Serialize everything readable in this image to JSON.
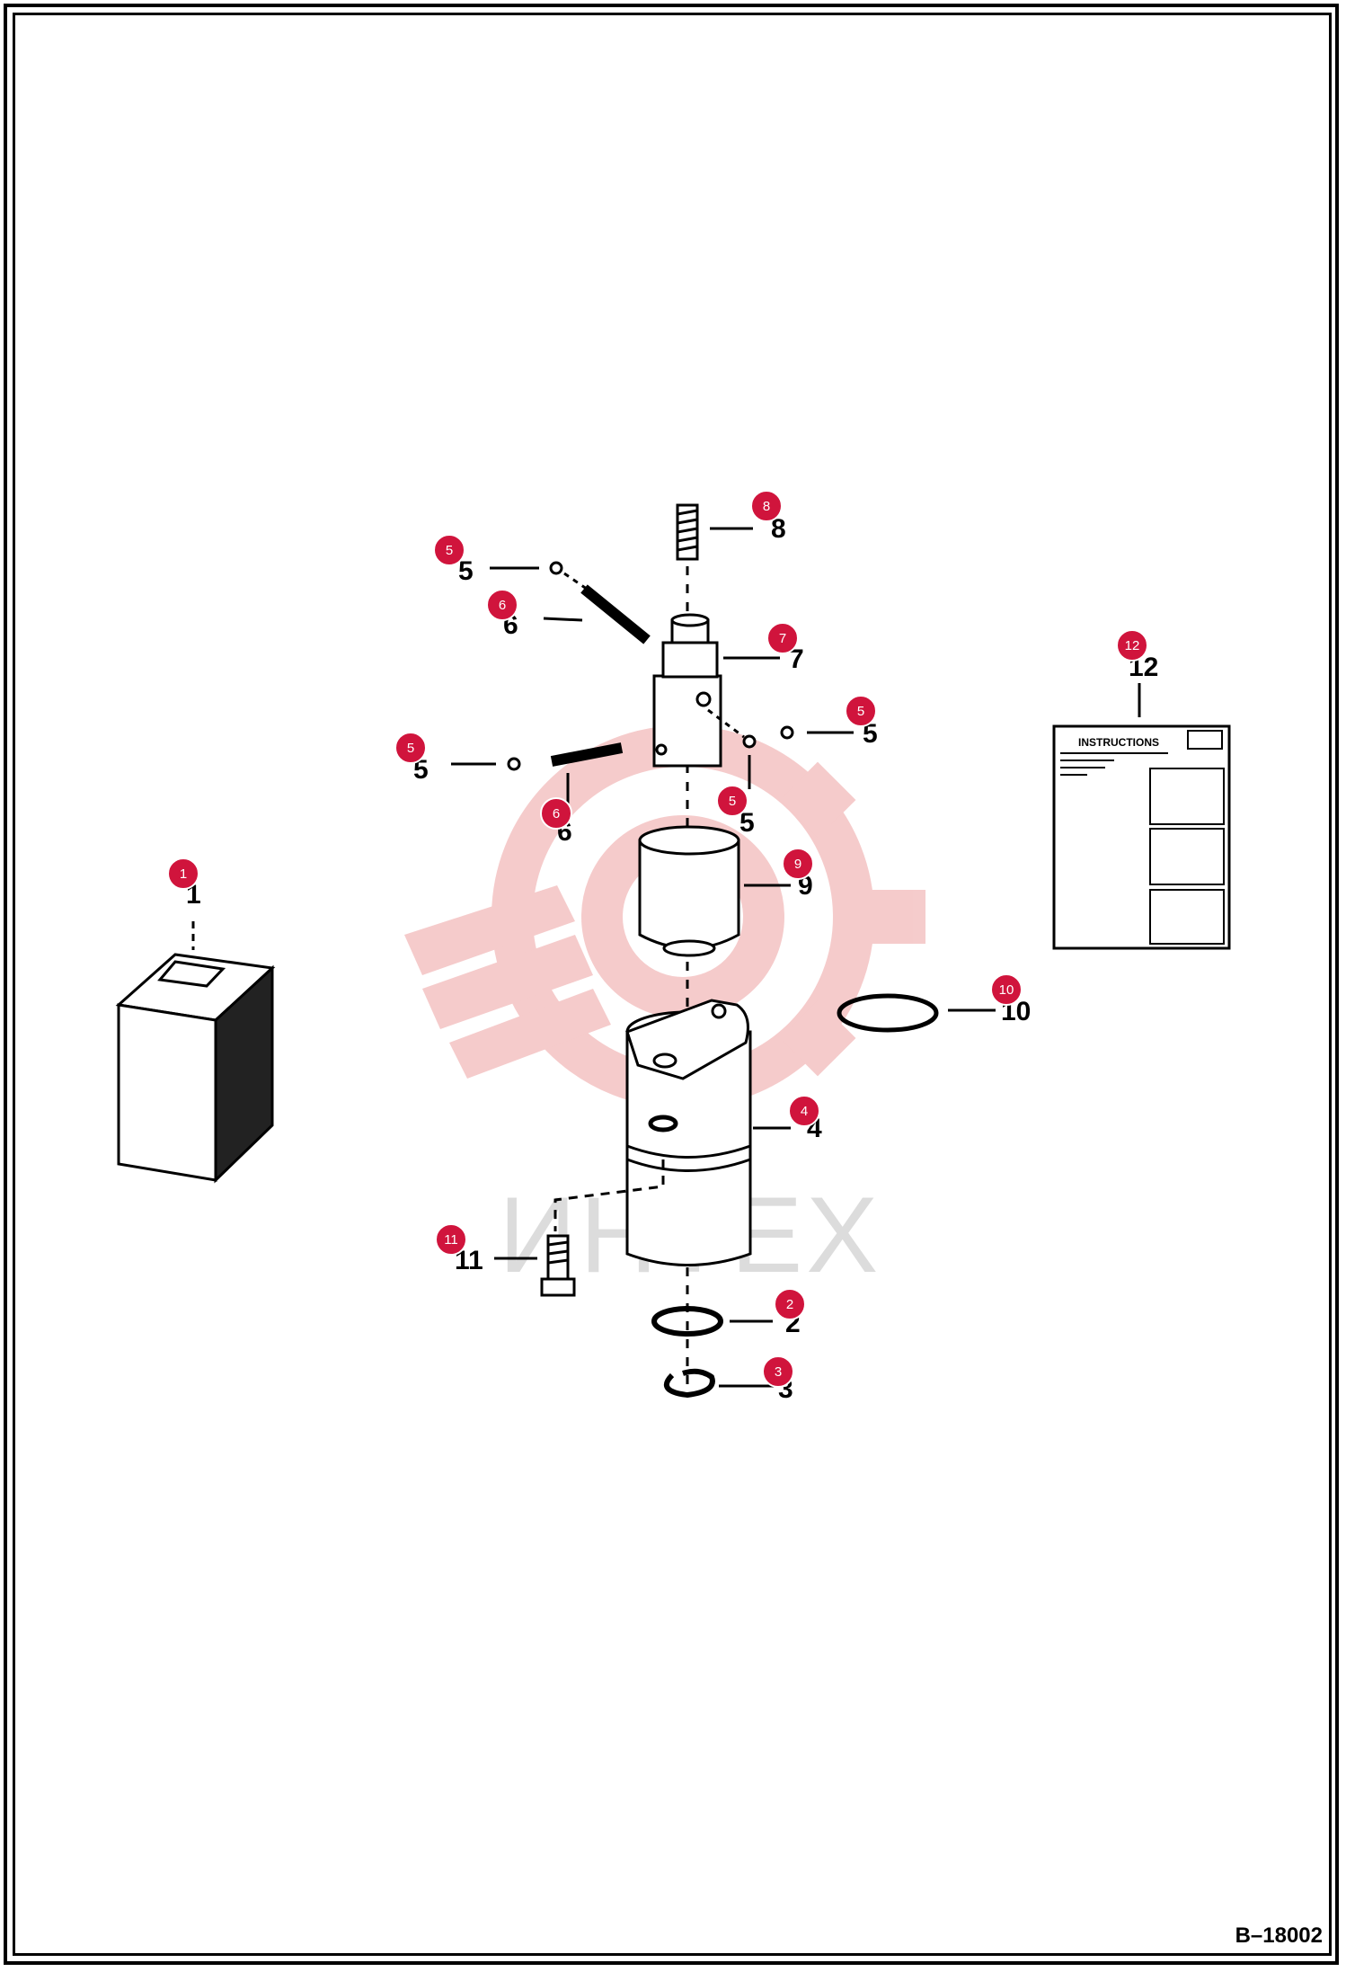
{
  "drawing_code": "B–18002",
  "watermark": {
    "text": "ИНТЕХ",
    "color": "#f4c6c6"
  },
  "badge_color": "#d0143c",
  "callouts": [
    {
      "id": "c1",
      "badge": "1",
      "label": "1"
    },
    {
      "id": "c2",
      "badge": "2",
      "label": "2"
    },
    {
      "id": "c3",
      "badge": "3",
      "label": "3"
    },
    {
      "id": "c4",
      "badge": "4",
      "label": "4"
    },
    {
      "id": "c5a",
      "badge": "5",
      "label": "5"
    },
    {
      "id": "c5b",
      "badge": "5",
      "label": "5"
    },
    {
      "id": "c5c",
      "badge": "5",
      "label": "5"
    },
    {
      "id": "c5d",
      "badge": "5",
      "label": "5"
    },
    {
      "id": "c6a",
      "badge": "6",
      "label": "6"
    },
    {
      "id": "c6b",
      "badge": "6",
      "label": "6"
    },
    {
      "id": "c7",
      "badge": "7",
      "label": "7"
    },
    {
      "id": "c8",
      "badge": "8",
      "label": "8"
    },
    {
      "id": "c9",
      "badge": "9",
      "label": "9"
    },
    {
      "id": "c10",
      "badge": "10",
      "label": "10"
    },
    {
      "id": "c11",
      "badge": "11",
      "label": "11"
    },
    {
      "id": "c12",
      "badge": "12",
      "label": "12"
    }
  ],
  "instruction_sheet": {
    "title": "INSTRUCTIONS"
  }
}
